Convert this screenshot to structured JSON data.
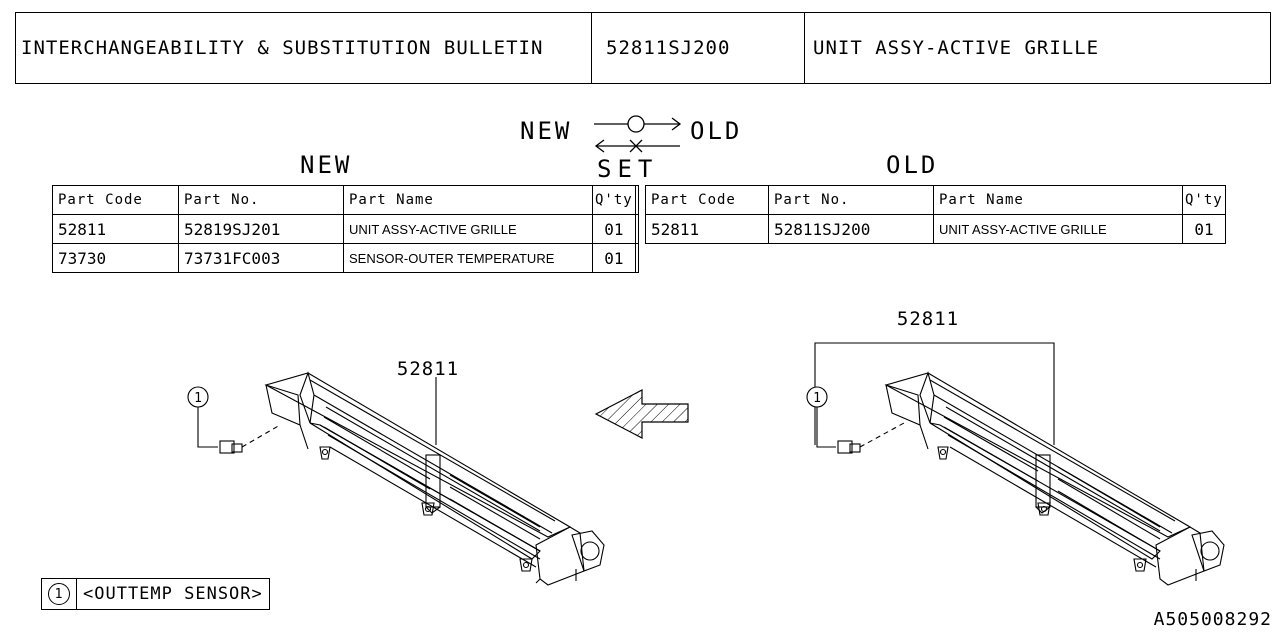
{
  "header": {
    "bulletin_title": "INTERCHANGEABILITY & SUBSTITUTION BULLETIN",
    "part_number": "52811SJ200",
    "part_name": "UNIT ASSY-ACTIVE GRILLE"
  },
  "interchange": {
    "new_label": "NEW",
    "old_label": "OLD",
    "set_label": "SET"
  },
  "new_table": {
    "title": "NEW",
    "headers": [
      "Part Code",
      "Part No.",
      "Part Name",
      "Q'ty"
    ],
    "rows": [
      [
        "52811",
        "52819SJ201",
        "UNIT ASSY-ACTIVE GRILLE",
        "01"
      ],
      [
        "73730",
        "73731FC003",
        "SENSOR-OUTER TEMPERATURE",
        "01"
      ]
    ]
  },
  "old_table": {
    "title": "OLD",
    "headers": [
      "Part Code",
      "Part No.",
      "Part Name",
      "Q'ty"
    ],
    "rows": [
      [
        "52811",
        "52811SJ200",
        "UNIT ASSY-ACTIVE GRILLE",
        "01"
      ]
    ]
  },
  "diagram_new": {
    "callout_code": "52811",
    "ref_number": "1"
  },
  "diagram_old": {
    "callout_code": "52811",
    "ref_number": "1"
  },
  "legend": {
    "ref_number": "1",
    "text": "<OUTTEMP SENSOR>"
  },
  "figure_id": "A505008292"
}
